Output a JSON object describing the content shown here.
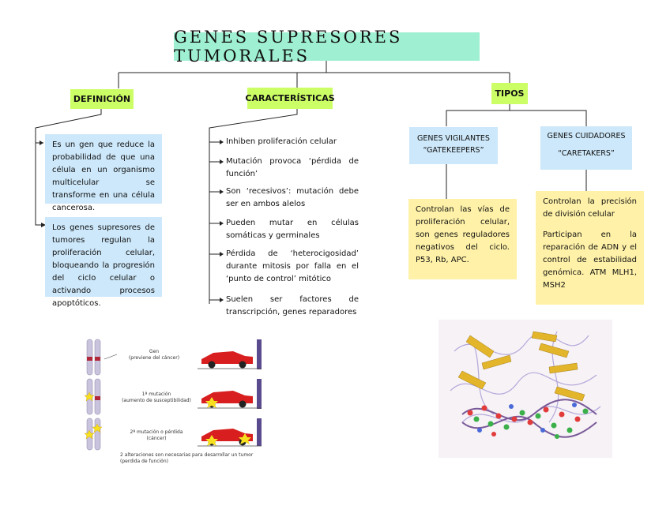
{
  "title": "GENES SUPRESORES TUMORALES",
  "definicion": {
    "heading": "DEFINICIÓN",
    "items": [
      "Es un gen que reduce la probabilidad de que una célula en un organismo multicelular se transforme en una célula cancerosa.",
      "Los genes supresores de tumores regulan la proliferación celular, bloqueando la progresión del ciclo celular o activando procesos apoptóticos."
    ]
  },
  "caracteristicas": {
    "heading": "CARACTERÍSTICAS",
    "items": [
      "Inhiben proliferación celular",
      "Mutación provoca ‘pérdida de función’",
      "Son ‘recesivos’: mutación debe ser en ambos alelos",
      "Pueden mutar en células somáticas y germinales",
      "Pérdida de ‘heterocigosidad’ durante mitosis por falla en el ‘punto de control’ mitótico",
      "Suelen ser factores de transcripción, genes reparadores"
    ]
  },
  "tipos": {
    "heading": "TIPOS",
    "vigilantes": {
      "name": "GENES VIGILANTES",
      "alias": "“GATEKEEPERS”",
      "text": "Controlan las vías de proliferación celular, son genes reguladores negativos del ciclo. P53, Rb, APC."
    },
    "cuidadores": {
      "name": "GENES CUIDADORES",
      "alias": "“CARETAKERS”",
      "text1": "Controlan la precisión de división celular",
      "text2": "Participan en la reparación de ADN y el control de estabilidad genómica. ATM MLH1, MSH2"
    }
  },
  "figure": {
    "label1a": "Gen",
    "label1b": "(previene del cáncer)",
    "label2a": "1ª mutación",
    "label2b": "(aumento de susceptibilidad)",
    "label3a": "2ª mutación o pérdida",
    "label3b": "(cáncer)",
    "caption1": "2 alteraciones son necesarias para desarrollar un tumor",
    "caption2": "(perdida de función)"
  },
  "colors": {
    "title_bg": "#9ff0d2",
    "heading_bg": "#ccff66",
    "blue_box": "#cde8fa",
    "yellow_box": "#fff2a8",
    "car": "#d81e1e"
  }
}
